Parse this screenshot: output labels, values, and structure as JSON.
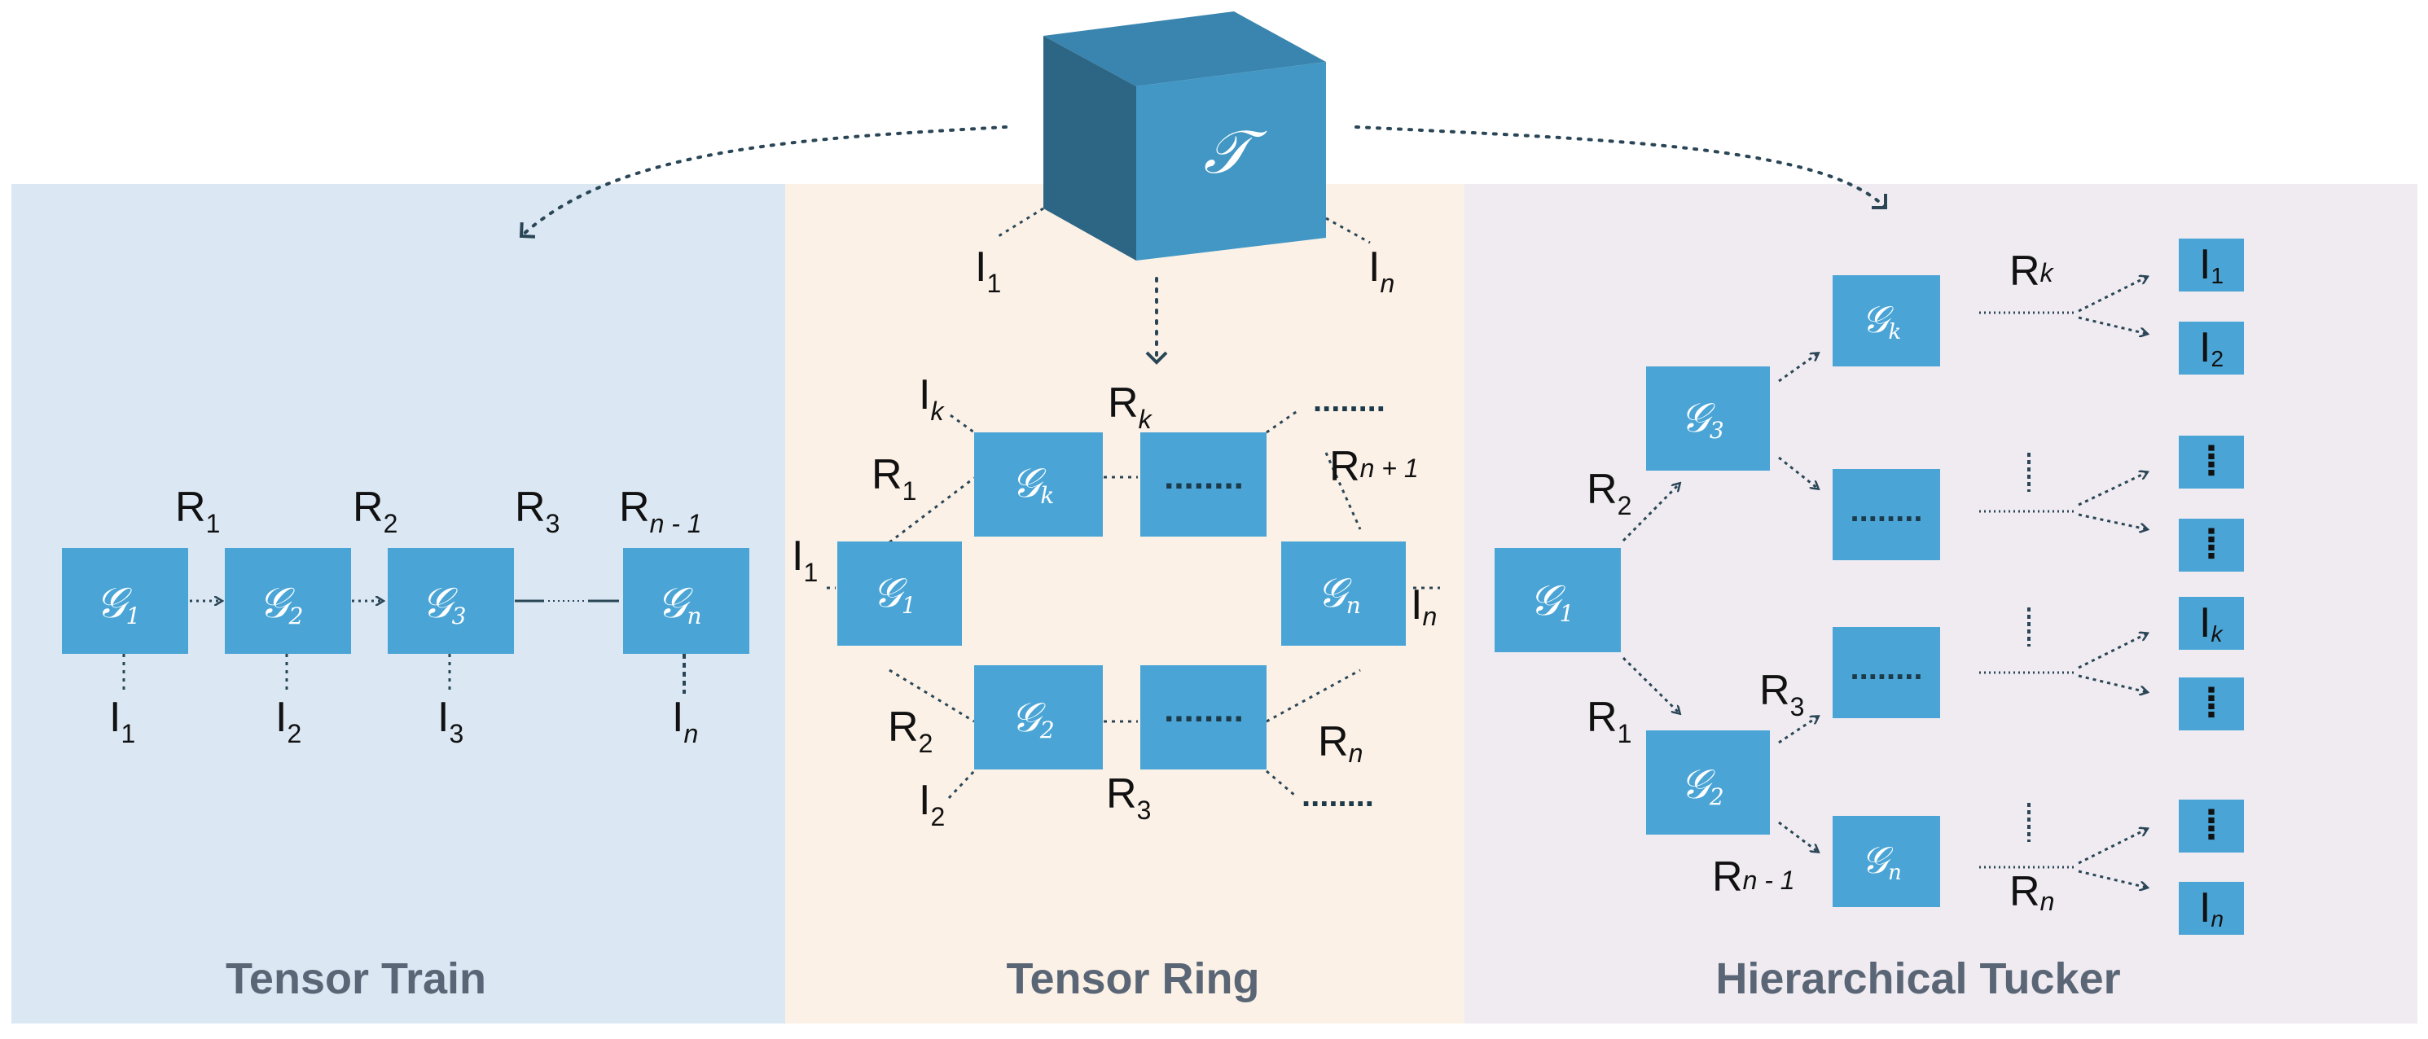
{
  "colors": {
    "panel_train_bg": "#dbe8f4",
    "panel_ring_bg": "#fbf1e7",
    "panel_tucker_bg": "#efebf1",
    "node_fill": "#4aa5d6",
    "cube_front": "#4297c5",
    "cube_top": "#3a85af",
    "cube_side": "#2d6685",
    "connector": "#2a4656",
    "title_text": "#5a6675"
  },
  "cube": {
    "symbol": "𝒯",
    "left_dim": "I",
    "left_dim_sub": "1",
    "right_dim": "I",
    "right_dim_sub": "n"
  },
  "panels": {
    "train": {
      "title": "Tensor Train",
      "nodes": [
        {
          "sym": "𝒢",
          "sub": "1"
        },
        {
          "sym": "𝒢",
          "sub": "2"
        },
        {
          "sym": "𝒢",
          "sub": "3"
        },
        {
          "sym": "𝒢",
          "sub": "n"
        }
      ],
      "ranks": [
        {
          "base": "R",
          "sub": "1"
        },
        {
          "base": "R",
          "sub": "2"
        },
        {
          "base": "R",
          "sub": "3"
        },
        {
          "base": "R",
          "sub": "n - 1"
        }
      ],
      "dims": [
        {
          "base": "I",
          "sub": "1"
        },
        {
          "base": "I",
          "sub": "2"
        },
        {
          "base": "I",
          "sub": "3"
        },
        {
          "base": "I",
          "sub": "n"
        }
      ]
    },
    "ring": {
      "title": "Tensor Ring",
      "nodes": {
        "g1": {
          "sym": "𝒢",
          "sub": "1"
        },
        "gk": {
          "sym": "𝒢",
          "sub": "k"
        },
        "g2": {
          "sym": "𝒢",
          "sub": "2"
        },
        "gn": {
          "sym": "𝒢",
          "sub": "n"
        },
        "top_dots": "........",
        "bottom_dots": "........"
      },
      "labels": {
        "ik": {
          "base": "I",
          "sub": "k"
        },
        "rk": {
          "base": "R",
          "sub": "k"
        },
        "r1": {
          "base": "R",
          "sub": "1"
        },
        "rn1": {
          "base": "R",
          "sub": "n + 1"
        },
        "i1": {
          "base": "I",
          "sub": "1"
        },
        "in": {
          "base": "I",
          "sub": "n"
        },
        "r2": {
          "base": "R",
          "sub": "2"
        },
        "rn": {
          "base": "R",
          "sub": "n"
        },
        "i2": {
          "base": "I",
          "sub": "2"
        },
        "r3": {
          "base": "R",
          "sub": "3"
        },
        "top_right_dots": "........",
        "bottom_right_dots": "........"
      }
    },
    "tucker": {
      "title": "Hierarchical Tucker",
      "nodes": {
        "g1": {
          "sym": "𝒢",
          "sub": "1"
        },
        "g3": {
          "sym": "𝒢",
          "sub": "3"
        },
        "g2": {
          "sym": "𝒢",
          "sub": "2"
        },
        "gk": {
          "sym": "𝒢",
          "sub": "k"
        },
        "gn": {
          "sym": "𝒢",
          "sub": "n"
        },
        "mid1_dots": "........",
        "mid2_dots": "........"
      },
      "labels": {
        "r2": {
          "base": "R",
          "sub": "2"
        },
        "r1": {
          "base": "R",
          "sub": "1"
        },
        "r3": {
          "base": "R",
          "sub": "3"
        },
        "rn1": {
          "base": "R",
          "sub": "n - 1"
        },
        "rk": {
          "base": "R",
          "sub": "k"
        },
        "rn": {
          "base": "R",
          "sub": "n"
        }
      },
      "leaves": [
        {
          "base": "I",
          "sub": "1"
        },
        {
          "base": "I",
          "sub": "2"
        },
        {
          "base": "⁞",
          "sub": ""
        },
        {
          "base": "⁞",
          "sub": ""
        },
        {
          "base": "I",
          "sub": "k"
        },
        {
          "base": "⁞",
          "sub": ""
        },
        {
          "base": "⁞",
          "sub": ""
        },
        {
          "base": "I",
          "sub": "n"
        }
      ]
    }
  }
}
